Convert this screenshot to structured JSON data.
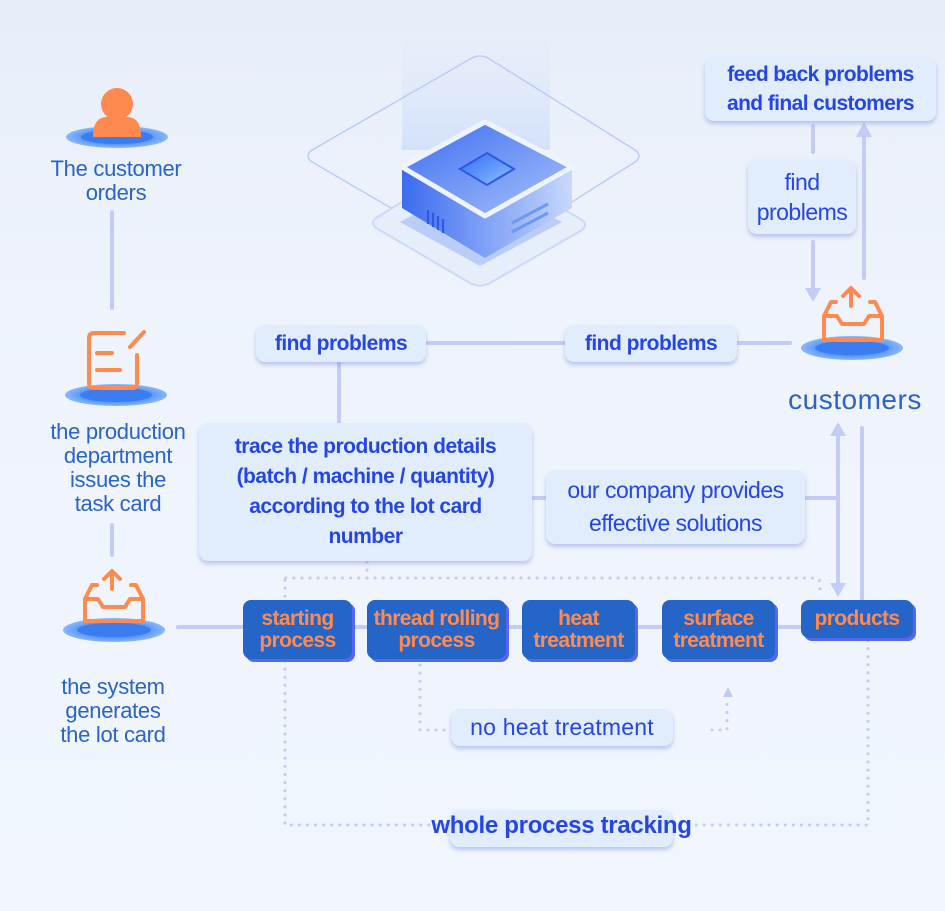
{
  "colors": {
    "background": "#eff4fc",
    "connector": "#c3cbf7",
    "label_blue": "#2a63c9",
    "box_text": "#2546e6",
    "box_fill": "#e1ecfc",
    "process_fill": "#2565c8",
    "process_text": "#ff8a50",
    "icon_orange": "#ff8a50",
    "pedestal_blue": "#3f86f2"
  },
  "left_column": {
    "customer_orders": {
      "icon": "person-icon",
      "label_lines": [
        "The customer",
        "orders"
      ]
    },
    "production_department": {
      "icon": "task-card-icon",
      "label_lines": [
        "the production",
        "department",
        "issues the",
        "task card"
      ]
    },
    "system_generates": {
      "icon": "upload-tray-icon",
      "label_lines": [
        "the system",
        "generates",
        "the lot card"
      ]
    }
  },
  "center_illustration": {
    "icon": "server-chip-icon"
  },
  "right_column": {
    "feedback_box": {
      "lines": [
        "feed back problems",
        "and final customers"
      ]
    },
    "find_problems_vertical": {
      "lines": [
        "find",
        "problems"
      ]
    },
    "customers": {
      "icon": "upload-tray-icon",
      "label": "customers"
    }
  },
  "middle": {
    "find_problems_left": "find problems",
    "find_problems_right": "find problems",
    "trace_box": {
      "lines": [
        "trace the production details",
        "(batch / machine / quantity)",
        "according to the lot card",
        "number"
      ]
    },
    "solutions_box": {
      "lines": [
        "our company provides",
        "effective solutions"
      ]
    }
  },
  "process_steps": [
    {
      "lines": [
        "starting",
        "process"
      ]
    },
    {
      "lines": [
        "thread rolling",
        "process"
      ]
    },
    {
      "lines": [
        "heat",
        "treatment"
      ]
    },
    {
      "lines": [
        "surface",
        "treatment"
      ]
    },
    {
      "lines": [
        "products"
      ]
    }
  ],
  "bypass_label": "no heat treatment",
  "tracking_label": "whole process tracking"
}
